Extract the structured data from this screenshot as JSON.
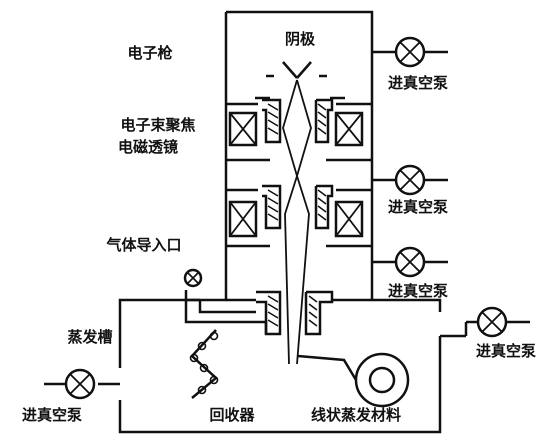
{
  "colors": {
    "ink": "#111111",
    "background": "#ffffff"
  },
  "labels": {
    "cathode": "阴极",
    "electron_gun": "电子枪",
    "focus_lens_line1": "电子束聚焦",
    "focus_lens_line2": "电磁透镜",
    "gas_inlet": "气体导入口",
    "evaporation_chamber": "蒸发槽",
    "collector": "回收器",
    "wire_material": "线状蒸发材料"
  },
  "pumps": [
    {
      "label": "进真空泵"
    },
    {
      "label": "进真空泵"
    },
    {
      "label": "进真空泵"
    },
    {
      "label": "进真空泵"
    },
    {
      "label": "进真空泵"
    }
  ],
  "icons": {
    "pump": "circle-x-valve-icon",
    "coil": "box-x-coil-icon",
    "gas_valve": "gas-valve-icon",
    "wire_spool": "wire-spool-icon"
  }
}
